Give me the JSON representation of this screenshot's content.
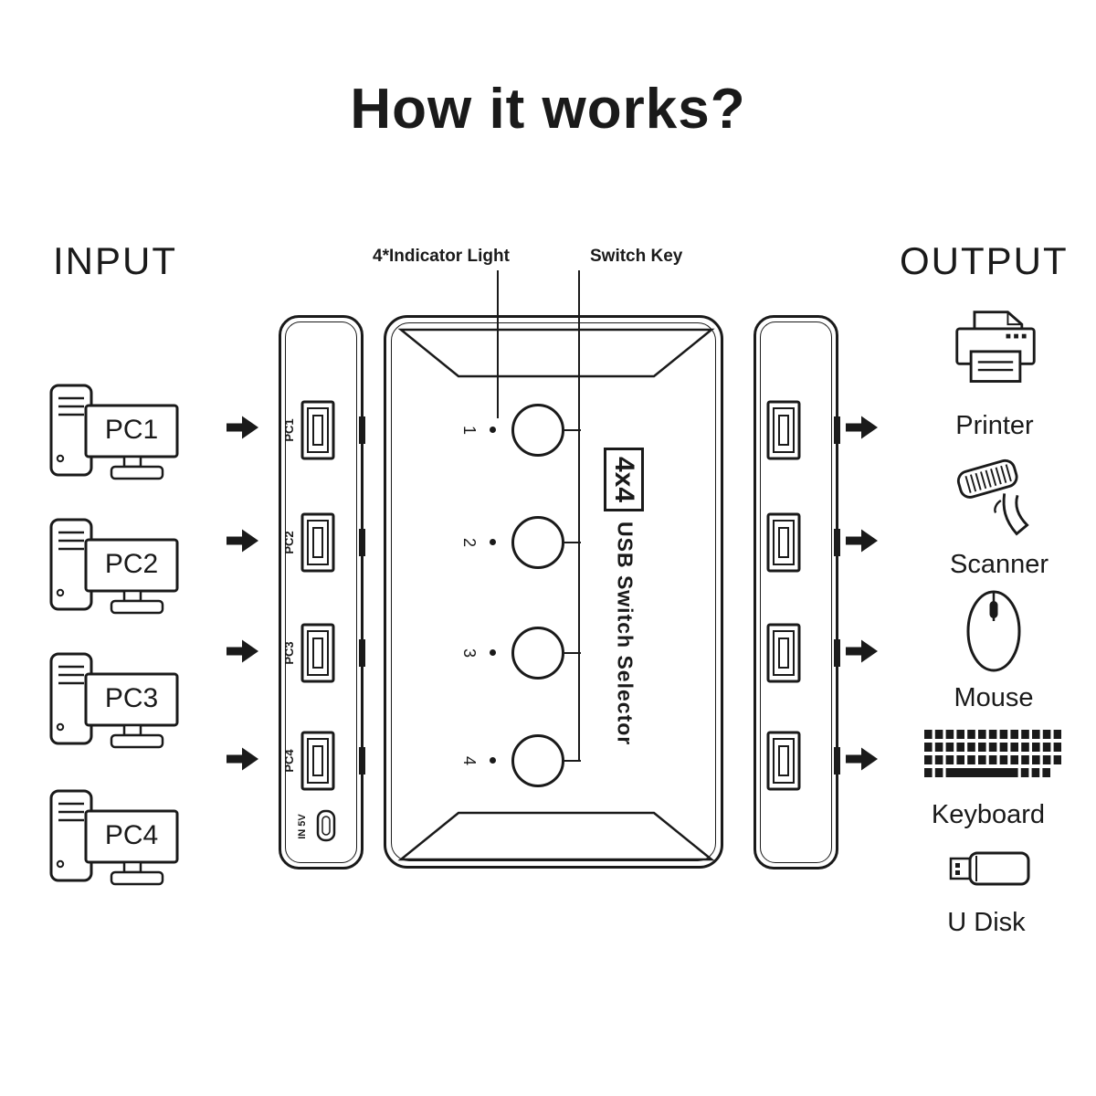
{
  "title": "How it works?",
  "colors": {
    "ink": "#1a1a1a",
    "background": "#ffffff"
  },
  "input": {
    "label": "INPUT",
    "computers": [
      {
        "label": "PC1"
      },
      {
        "label": "PC2"
      },
      {
        "label": "PC3"
      },
      {
        "label": "PC4"
      }
    ]
  },
  "output": {
    "label": "OUTPUT",
    "devices": [
      {
        "label": "Printer"
      },
      {
        "label": "Scanner"
      },
      {
        "label": "Mouse"
      },
      {
        "label": "Keyboard"
      },
      {
        "label": "U Disk"
      }
    ]
  },
  "callouts": {
    "indicator_light": "4*Indicator Light",
    "switch_key": "Switch Key"
  },
  "switch": {
    "model": "4x4",
    "name": "USB Switch Selector",
    "buttons": [
      {
        "number": "1"
      },
      {
        "number": "2"
      },
      {
        "number": "3"
      },
      {
        "number": "4"
      }
    ],
    "input_ports": [
      {
        "label": "PC1"
      },
      {
        "label": "PC2"
      },
      {
        "label": "PC3"
      },
      {
        "label": "PC4"
      }
    ],
    "power_port": {
      "label": "IN 5V"
    }
  },
  "icons": [
    "computer-icon",
    "arrow-right-icon",
    "usb-port-icon",
    "micro-usb-port-icon",
    "printer-icon",
    "scanner-icon",
    "mouse-icon",
    "keyboard-icon",
    "usb-drive-icon",
    "switch-button",
    "indicator-dot"
  ]
}
